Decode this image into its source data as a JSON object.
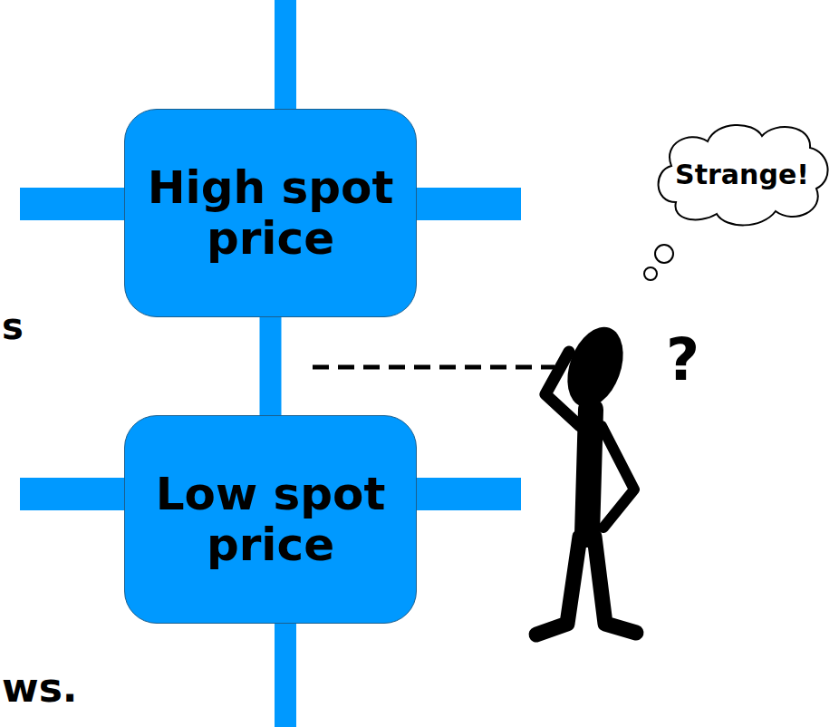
{
  "diagram": {
    "nodes": [
      {
        "text": [
          "High spot price"
        ]
      },
      {
        "text": [
          "Strange!"
        ]
      },
      {
        "text": [
          "Low spot price"
        ]
      }
    ],
    "edges": [
      {
        "from": 0,
        "to": 2,
        "arrow": "none"
      }
    ],
    "labels": [
      "s",
      "?",
      "ws."
    ]
  }
}
